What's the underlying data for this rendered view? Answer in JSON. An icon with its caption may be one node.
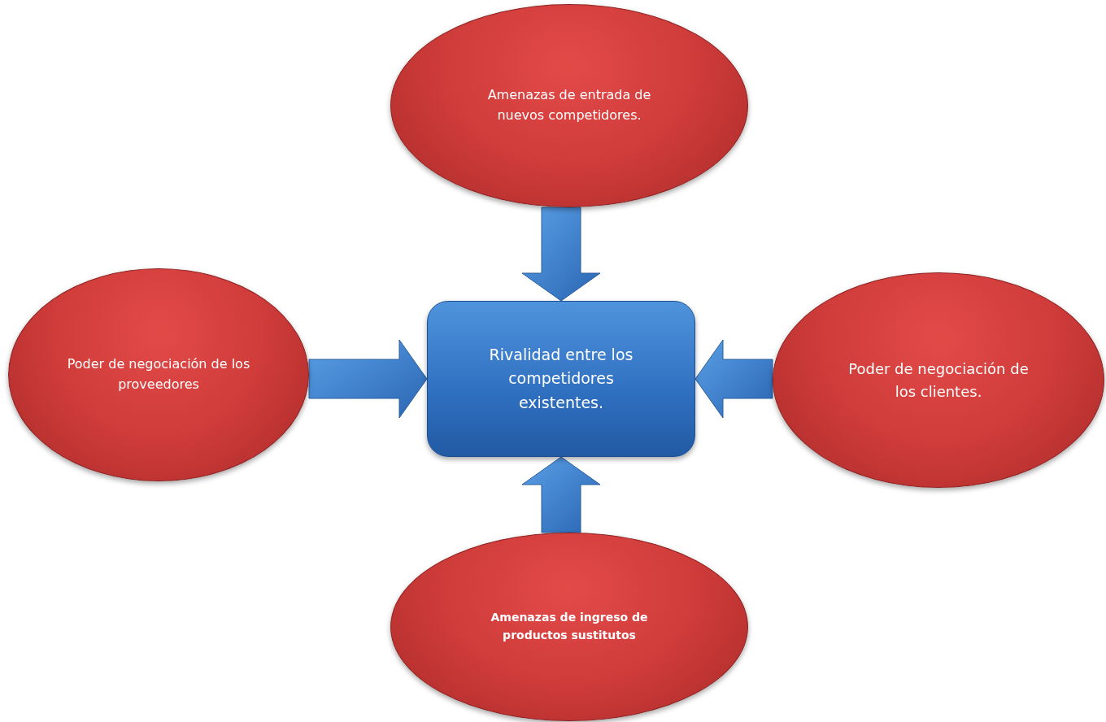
{
  "diagram": {
    "nodes": [
      {
        "text": [
          "Rivalidad entre los competidores existentes."
        ]
      },
      {
        "text": [
          "Amenazas de entrada de nuevos competidores."
        ]
      },
      {
        "text": [
          "Poder de negociación de los proveedores"
        ]
      },
      {
        "text": [
          "Poder de negociación de los clientes."
        ]
      },
      {
        "text": [
          "Amenazas de ingreso de productos sustitutos"
        ]
      }
    ],
    "edges": [
      {
        "from": 1,
        "to": 0,
        "arrow": "to"
      },
      {
        "from": 2,
        "to": 0,
        "arrow": "to"
      },
      {
        "from": 3,
        "to": 0,
        "arrow": "to"
      },
      {
        "from": 4,
        "to": 0,
        "arrow": "to"
      }
    ]
  }
}
